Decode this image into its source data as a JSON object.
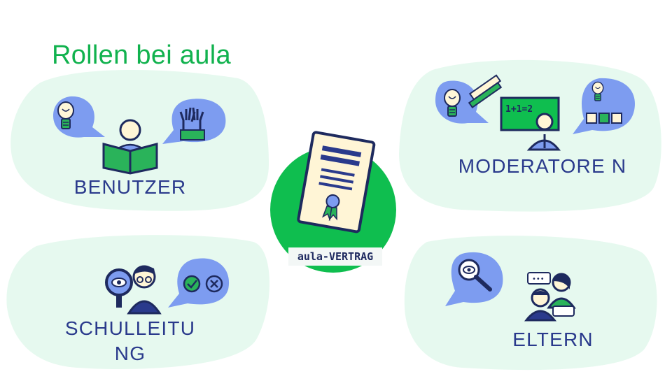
{
  "title": "Rollen bei aula",
  "center": {
    "label": "aula-VERTRAG",
    "icon": "certificate-icon",
    "color": "#0fbe4f"
  },
  "roles": [
    {
      "id": "benutzer",
      "label": "BENUTZER",
      "icons": [
        "lightbulb-icon",
        "reading-person-icon",
        "raised-hands-icon"
      ]
    },
    {
      "id": "moderator",
      "label": "MODERATORE N",
      "icons": [
        "lightbulb-icon",
        "pencil-ruler-icon",
        "teacher-board-icon",
        "idea-flow-icon"
      ],
      "board_text": "1+1=2"
    },
    {
      "id": "schul",
      "label": "SCHULLEITU NG",
      "icons": [
        "magnifier-eye-icon",
        "woman-glasses-icon",
        "approve-reject-icon"
      ]
    },
    {
      "id": "eltern",
      "label": "ELTERN",
      "icons": [
        "search-eye-icon",
        "parents-chat-icon"
      ]
    }
  ],
  "colors": {
    "title": "#11b24e",
    "label": "#2a3a8c",
    "petal": "#e6f9ef",
    "bubble": "#7d9cf0",
    "accent_green": "#0fbe4f",
    "navy": "#1e2a5e"
  }
}
